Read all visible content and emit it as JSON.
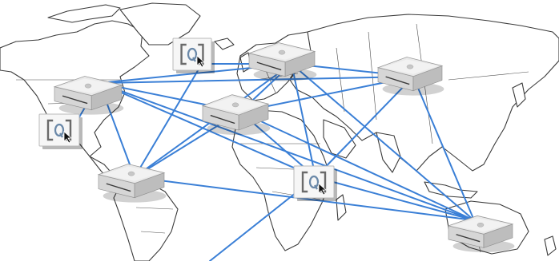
{
  "canvas": {
    "background": "#ffffff"
  },
  "colors": {
    "link": "#3a7fd6",
    "map_outline": "#3a3a3a",
    "server_top": "#e9e9e9",
    "server_front": "#d6d6d6",
    "quicktime_card": "#f6f6f6"
  },
  "nodes": [
    {
      "id": "server-north-america",
      "type": "server",
      "icon": "mac-mini-server-icon"
    },
    {
      "id": "server-europe",
      "type": "server",
      "icon": "mac-mini-server-icon"
    },
    {
      "id": "server-russia",
      "type": "server",
      "icon": "mac-mini-server-icon"
    },
    {
      "id": "server-atlantic",
      "type": "server",
      "icon": "mac-mini-server-icon"
    },
    {
      "id": "server-south-america",
      "type": "server",
      "icon": "mac-mini-server-icon"
    },
    {
      "id": "server-australia",
      "type": "server",
      "icon": "mac-mini-server-icon"
    },
    {
      "id": "client-greenland",
      "type": "client",
      "icon": "quicktime-client-icon"
    },
    {
      "id": "client-pacific",
      "type": "client",
      "icon": "quicktime-client-icon"
    },
    {
      "id": "client-africa",
      "type": "client",
      "icon": "quicktime-client-icon"
    }
  ],
  "links": [
    [
      "server-north-america",
      "server-europe"
    ],
    [
      "server-north-america",
      "server-atlantic"
    ],
    [
      "server-north-america",
      "server-russia"
    ],
    [
      "server-north-america",
      "server-south-america"
    ],
    [
      "server-north-america",
      "client-pacific"
    ],
    [
      "server-north-america",
      "client-africa"
    ],
    [
      "server-north-america",
      "server-australia"
    ],
    [
      "client-greenland",
      "server-europe"
    ],
    [
      "client-greenland",
      "server-south-america"
    ],
    [
      "server-europe",
      "server-russia"
    ],
    [
      "server-europe",
      "server-atlantic"
    ],
    [
      "server-europe",
      "server-south-america"
    ],
    [
      "server-europe",
      "client-africa"
    ],
    [
      "server-europe",
      "server-australia"
    ],
    [
      "server-russia",
      "server-atlantic"
    ],
    [
      "server-russia",
      "client-africa"
    ],
    [
      "server-russia",
      "server-australia"
    ],
    [
      "server-atlantic",
      "server-south-america"
    ],
    [
      "server-atlantic",
      "client-africa"
    ],
    [
      "server-atlantic",
      "server-australia"
    ],
    [
      "server-south-america",
      "server-australia"
    ],
    [
      "client-africa",
      "server-australia"
    ],
    [
      "client-africa",
      "edge-south-atlantic"
    ]
  ]
}
